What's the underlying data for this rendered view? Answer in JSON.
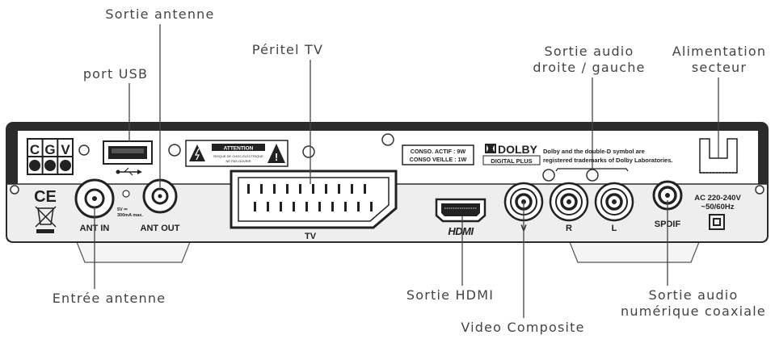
{
  "callouts": {
    "sortie_antenne": "Sortie antenne",
    "port_usb": "port USB",
    "peritel_tv": "Péritel TV",
    "sortie_audio_line1": "Sortie audio",
    "sortie_audio_line2": "droite / gauche",
    "alimentation_line1": "Alimentation",
    "alimentation_line2": "secteur",
    "entree_antenne": "Entrée antenne",
    "sortie_hdmi": "Sortie HDMI",
    "video_composite": "Video Composite",
    "audio_num_line1": "Sortie audio",
    "audio_num_line2": "numérique coaxiale"
  },
  "panel": {
    "brand_letters": [
      "C",
      "G",
      "V"
    ],
    "ce_mark": "CE",
    "ant_in": "ANT IN",
    "ant_out": "ANT OUT",
    "usb_power_line1": "5V ⎓",
    "usb_power_line2": "300mA max.",
    "attention_title": "ATTENTION",
    "attention_line1": "RISQUE DE CHOC ELECTRIQUE",
    "attention_line2": "NE PAS OUVRIR",
    "tv": "TV",
    "conso_actif": "CONSO. ACTIF : 9W",
    "conso_veille": "CONSO  VEILLE : 1W",
    "dolby_word": "DOLBY",
    "dolby_sub": "DIGITAL PLUS",
    "dolby_notice_line1": "Dolby and the double-D symbol are",
    "dolby_notice_line2": "registered trademarks of Dolby Laboratories.",
    "hdmi_logo": "HDMI",
    "v": "V",
    "r": "R",
    "l": "L",
    "spdif": "SPDIF",
    "ac_line1": "AC 220-240V",
    "ac_line2": "~50/60Hz"
  },
  "colors": {
    "panel_dark": "#2a2a2a",
    "panel_light": "#efefef",
    "ink": "#1e1e1e"
  }
}
